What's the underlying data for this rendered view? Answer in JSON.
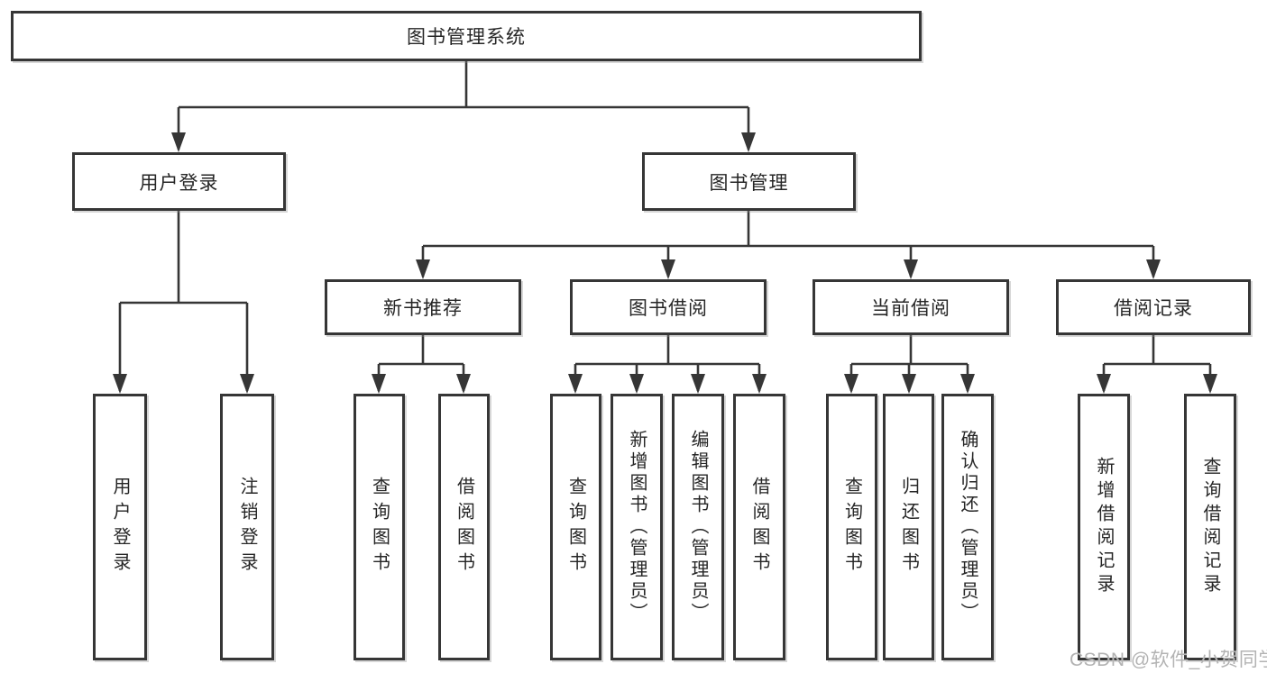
{
  "title": "图书管理系统",
  "watermark": "CSDN @软件_小贺同学",
  "colors": {
    "line": "#363636",
    "box_border": "#363636",
    "text": "#262626",
    "watermark_text": "#b3b3b3",
    "background": "#ffffff"
  },
  "tree": {
    "root": {
      "label": "图书管理系统"
    },
    "branches": [
      {
        "label": "用户登录",
        "children": [
          {
            "label": "用户登录"
          },
          {
            "label": "注销登录"
          }
        ]
      },
      {
        "label": "图书管理",
        "children": [
          {
            "label": "新书推荐",
            "children": [
              {
                "label": "查询图书"
              },
              {
                "label": "借阅图书"
              }
            ]
          },
          {
            "label": "图书借阅",
            "children": [
              {
                "label": "查询图书"
              },
              {
                "label": "新增图书（管理员）"
              },
              {
                "label": "编辑图书（管理员）"
              },
              {
                "label": "借阅图书"
              }
            ]
          },
          {
            "label": "当前借阅",
            "children": [
              {
                "label": "查询图书"
              },
              {
                "label": "归还图书"
              },
              {
                "label": "确认归还（管理员）"
              }
            ]
          },
          {
            "label": "借阅记录",
            "children": [
              {
                "label": "新增借阅记录"
              },
              {
                "label": "查询借阅记录"
              }
            ]
          }
        ]
      }
    ]
  }
}
